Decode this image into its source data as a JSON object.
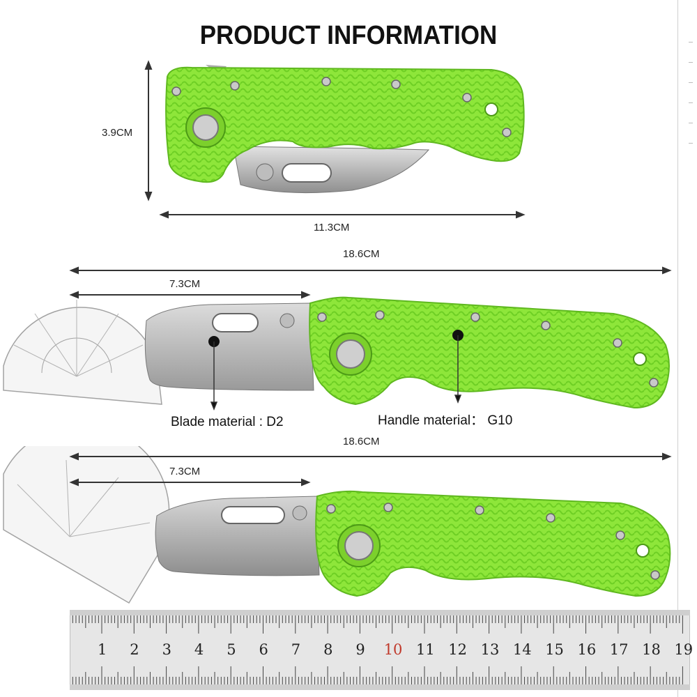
{
  "title": "PRODUCT INFORMATION",
  "dimensions": {
    "height": "3.9CM",
    "closed_length": "11.3CM",
    "open_length_1": "18.6CM",
    "blade_length_1": "7.3CM",
    "open_length_2": "18.6CM",
    "blade_length_2": "7.3CM"
  },
  "labels": {
    "blade_material": "Blade material : D2",
    "handle_material": "Handle material： G10"
  },
  "ruler": {
    "numbers": [
      "1",
      "2",
      "3",
      "4",
      "5",
      "6",
      "7",
      "8",
      "9",
      "10",
      "11",
      "12",
      "13",
      "14",
      "15",
      "16",
      "17",
      "18",
      "19"
    ],
    "highlight_color": "#c0392b"
  },
  "colors": {
    "handle": "#8ee63a",
    "handle_dark": "#5fb81f",
    "blade": "#c9c9c9",
    "blade_dark": "#8a8a8a"
  },
  "icons": {
    "knife_closed": "knife-closed-image",
    "knife_open": "knife-open-image",
    "protractor": "protractor-image",
    "ruler": "ruler-image"
  }
}
